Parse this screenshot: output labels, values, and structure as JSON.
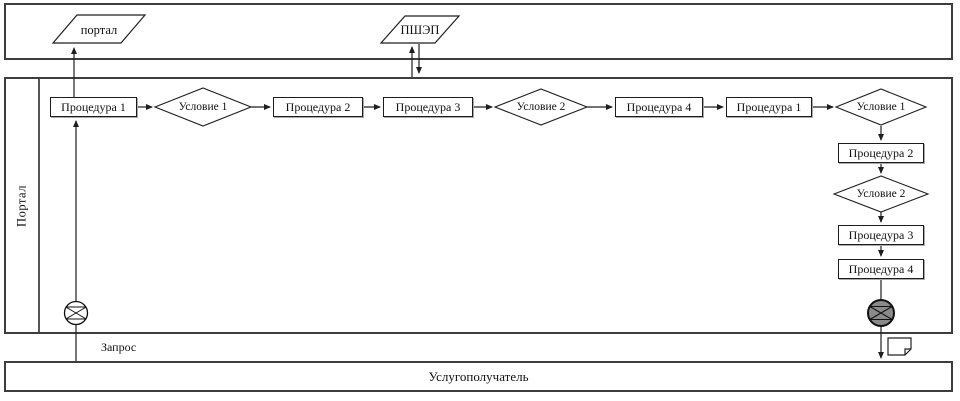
{
  "diagram": {
    "top_lane": {
      "data_objects": [
        {
          "shape": "parallelogram",
          "label": "портал"
        },
        {
          "shape": "parallelogram",
          "label": "ПШЭП"
        }
      ]
    },
    "portal_lane": {
      "label": "Портал",
      "main_row": [
        {
          "type": "process",
          "label": "Процедура 1"
        },
        {
          "type": "decision",
          "label": "Условие 1"
        },
        {
          "type": "process",
          "label": "Процедура 2"
        },
        {
          "type": "process",
          "label": "Процедура 3"
        },
        {
          "type": "decision",
          "label": "Условие 2"
        },
        {
          "type": "process",
          "label": "Процедура 4"
        },
        {
          "type": "process",
          "label": "Процедура 1"
        },
        {
          "type": "decision",
          "label": "Условие 1"
        }
      ],
      "right_column": [
        {
          "type": "process",
          "label": "Процедура 2"
        },
        {
          "type": "decision",
          "label": "Условие 2"
        },
        {
          "type": "process",
          "label": "Процедура 3"
        },
        {
          "type": "process",
          "label": "Процедура 4"
        }
      ],
      "start_event_icon": "message-start-event-icon",
      "end_event_icon": "message-end-event-icon"
    },
    "recipient_lane": {
      "label": "Услугополучатель"
    },
    "annotations": {
      "request": "Запрос",
      "document_icon": "document-icon"
    }
  },
  "colors": {
    "line": "#1f1f1f",
    "lane_border": "#3d3d3d",
    "end_event_fill": "#8a8a8a",
    "background": "#ffffff"
  }
}
